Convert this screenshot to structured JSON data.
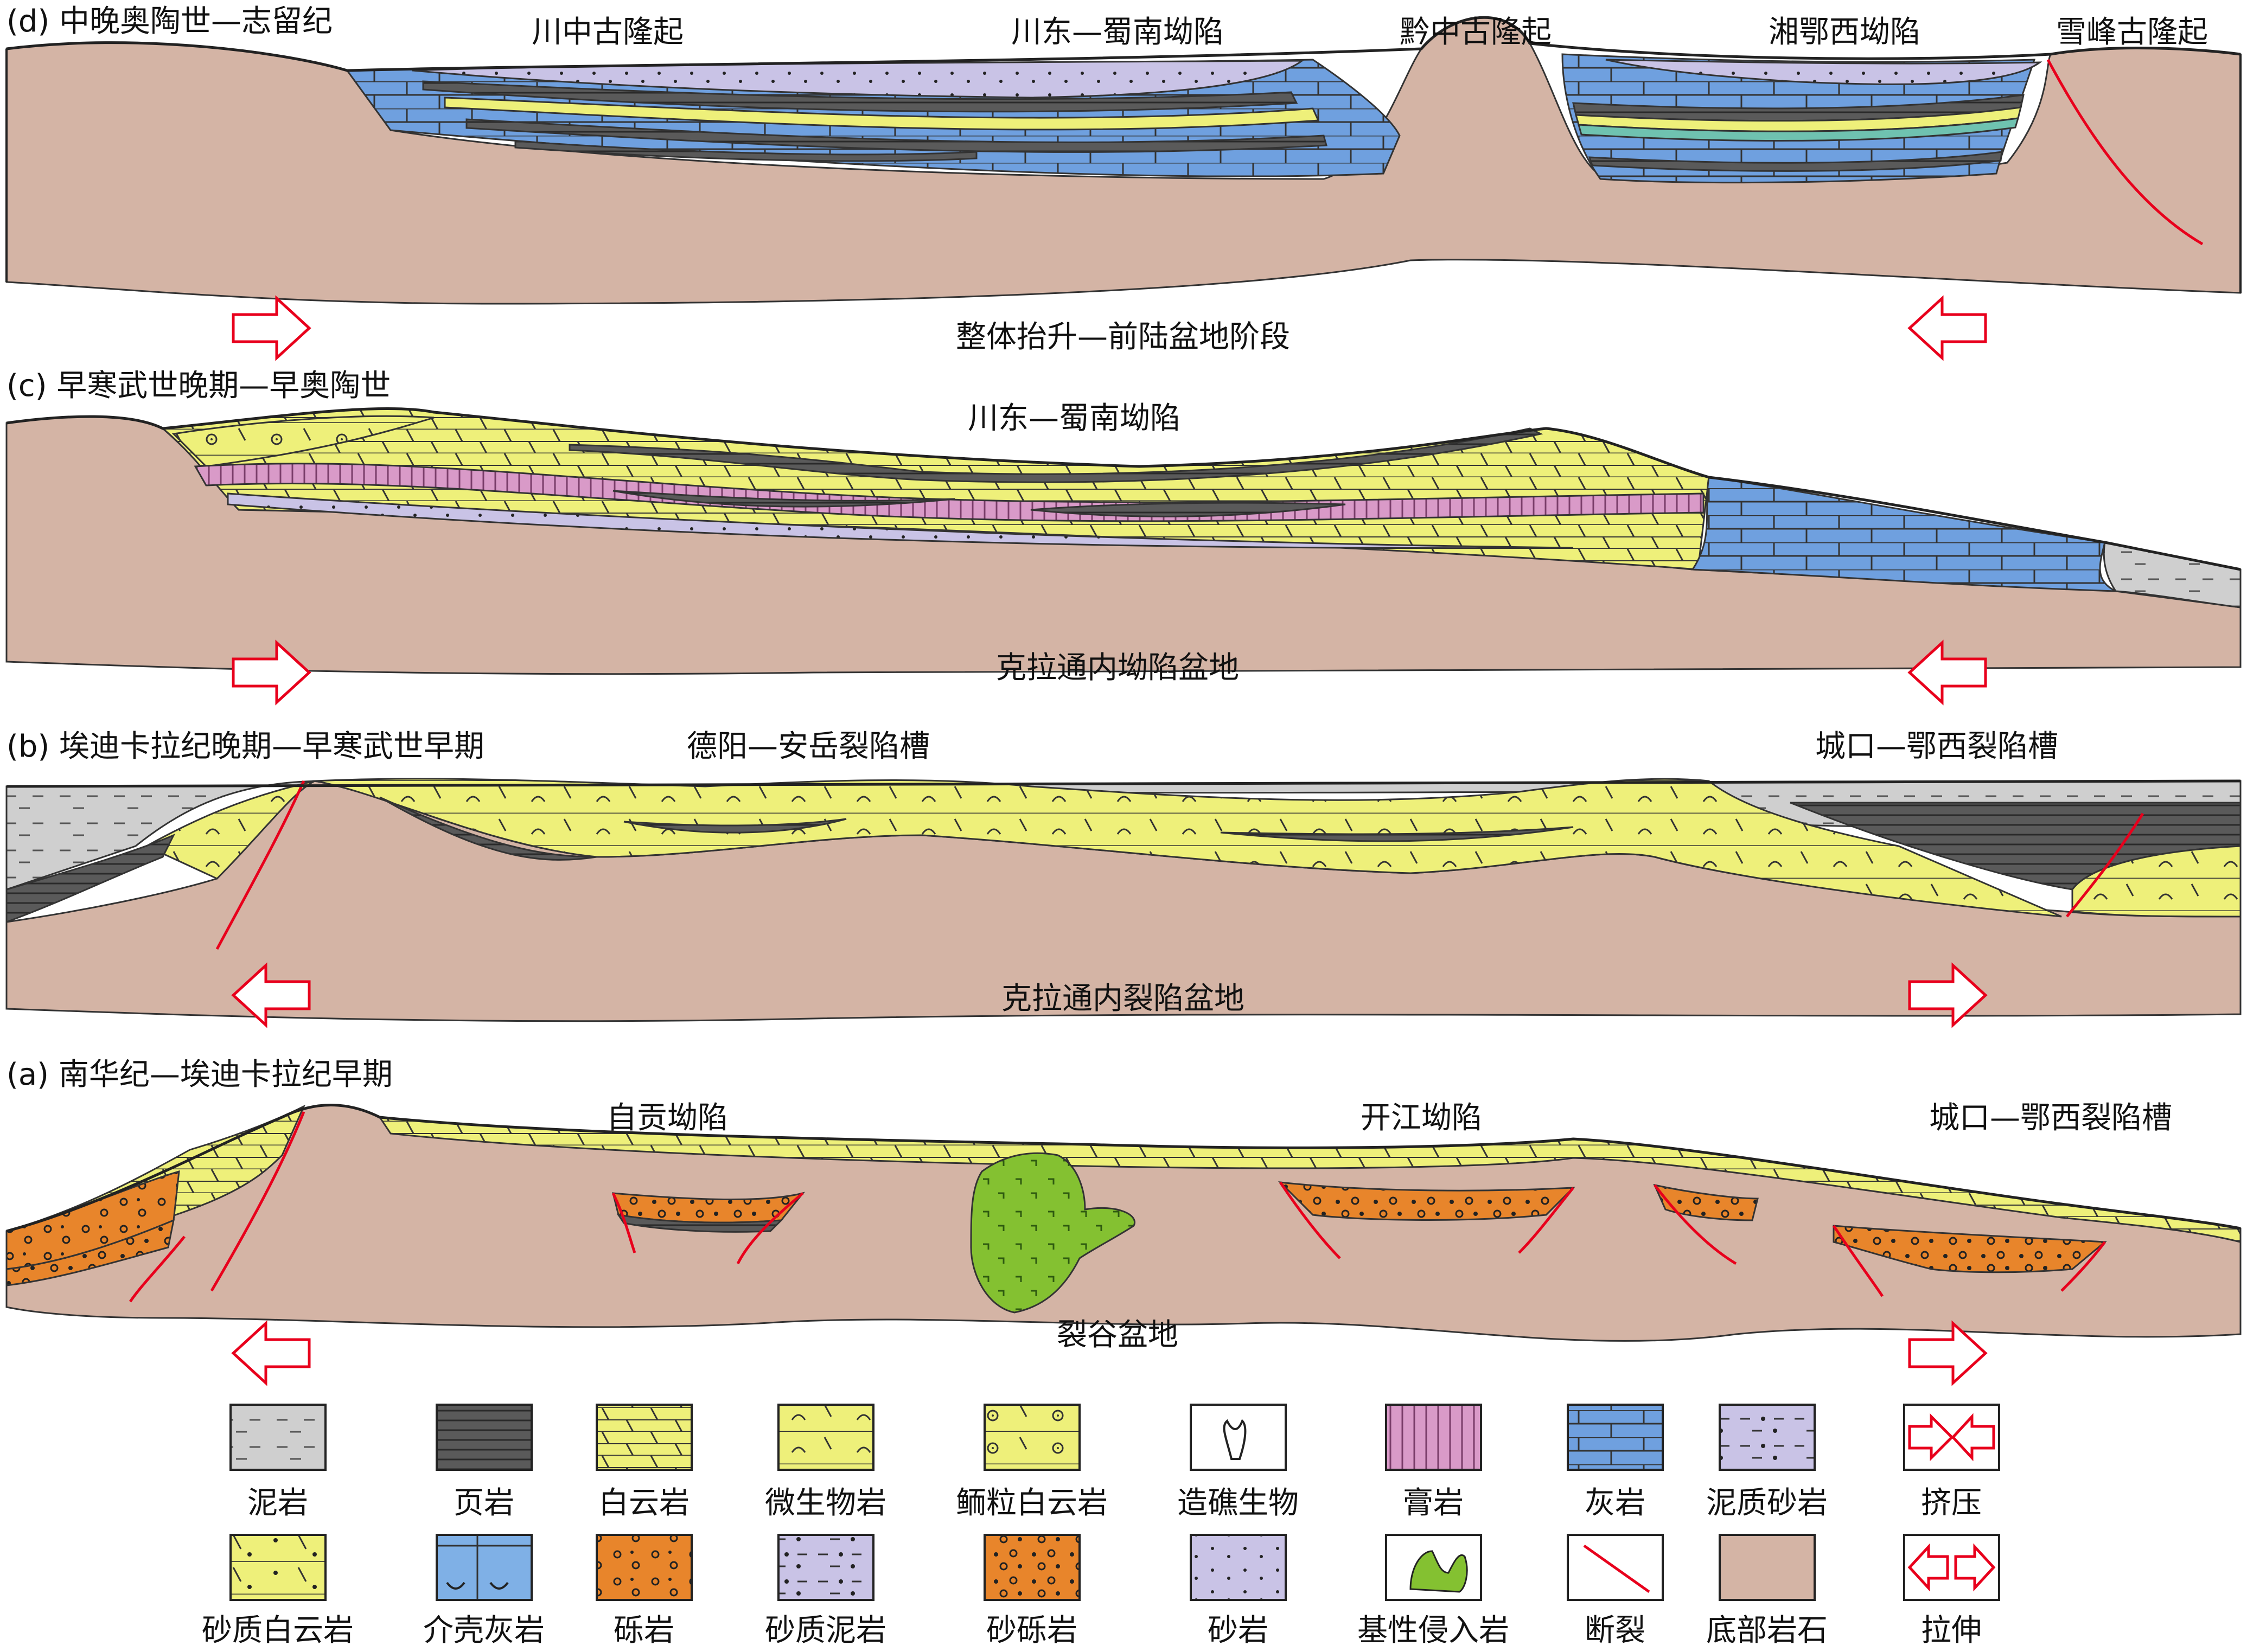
{
  "colors": {
    "basement": "#d4b4a5",
    "dolomite": "#eef07a",
    "limestone": "#6fa0df",
    "shale": "#5a5a5a",
    "mudstone": "#cfcfcf",
    "sandstone": "#c9c3e6",
    "gypsum": "#d99ac8",
    "conglomerate": "#e8852b",
    "green": "#84c131",
    "fault": "#e8001c",
    "bioclastic": "#7fb0e6"
  },
  "panels": {
    "d": {
      "title": "(d) 中晚奥陶世—志留纪",
      "regions": [
        "川中古隆起",
        "川东—蜀南坳陷",
        "黔中古隆起",
        "湘鄂西坳陷",
        "雪峰古隆起"
      ],
      "stage": "整体抬升—前陆盆地阶段",
      "arrows": "compression"
    },
    "c": {
      "title": "(c) 早寒武世晚期—早奥陶世",
      "regions": [
        "川东—蜀南坳陷"
      ],
      "stage": "克拉通内坳陷盆地",
      "arrows": "compression"
    },
    "b": {
      "title": "(b) 埃迪卡拉纪晚期—早寒武世早期",
      "regions": [
        "德阳—安岳裂陷槽",
        "城口—鄂西裂陷槽"
      ],
      "stage": "克拉通内裂陷盆地",
      "arrows": "extension"
    },
    "a": {
      "title": "(a) 南华纪—埃迪卡拉纪早期",
      "regions": [
        "自贡坳陷",
        "开江坳陷",
        "城口—鄂西裂陷槽"
      ],
      "stage": "裂谷盆地",
      "arrows": "extension"
    }
  },
  "legend": {
    "row1": [
      {
        "label": "泥岩",
        "icon": "mudstone-swatch"
      },
      {
        "label": "页岩",
        "icon": "shale-swatch"
      },
      {
        "label": "白云岩",
        "icon": "dolomite-swatch"
      },
      {
        "label": "微生物岩",
        "icon": "microbialite-swatch"
      },
      {
        "label": "鲕粒白云岩",
        "icon": "oolitic-dolomite-swatch"
      },
      {
        "label": "造礁生物",
        "icon": "reef-organism-swatch"
      },
      {
        "label": "膏岩",
        "icon": "gypsum-swatch"
      },
      {
        "label": "灰岩",
        "icon": "limestone-swatch"
      },
      {
        "label": "泥质砂岩",
        "icon": "argillaceous-sandstone-swatch"
      },
      {
        "label": "挤压",
        "icon": "compression-arrows-icon"
      }
    ],
    "row2": [
      {
        "label": "砂质白云岩",
        "icon": "sandy-dolomite-swatch"
      },
      {
        "label": "介壳灰岩",
        "icon": "coquina-swatch"
      },
      {
        "label": "砾岩",
        "icon": "conglomerate-swatch"
      },
      {
        "label": "砂质泥岩",
        "icon": "sandy-mudstone-swatch"
      },
      {
        "label": "砂砾岩",
        "icon": "glutenite-swatch"
      },
      {
        "label": "砂岩",
        "icon": "sandstone-swatch"
      },
      {
        "label": "基性侵入岩",
        "icon": "basic-intrusion-swatch"
      },
      {
        "label": "断裂",
        "icon": "fault-swatch"
      },
      {
        "label": "底部岩石",
        "icon": "basement-swatch"
      },
      {
        "label": "拉伸",
        "icon": "extension-arrows-icon"
      }
    ]
  }
}
